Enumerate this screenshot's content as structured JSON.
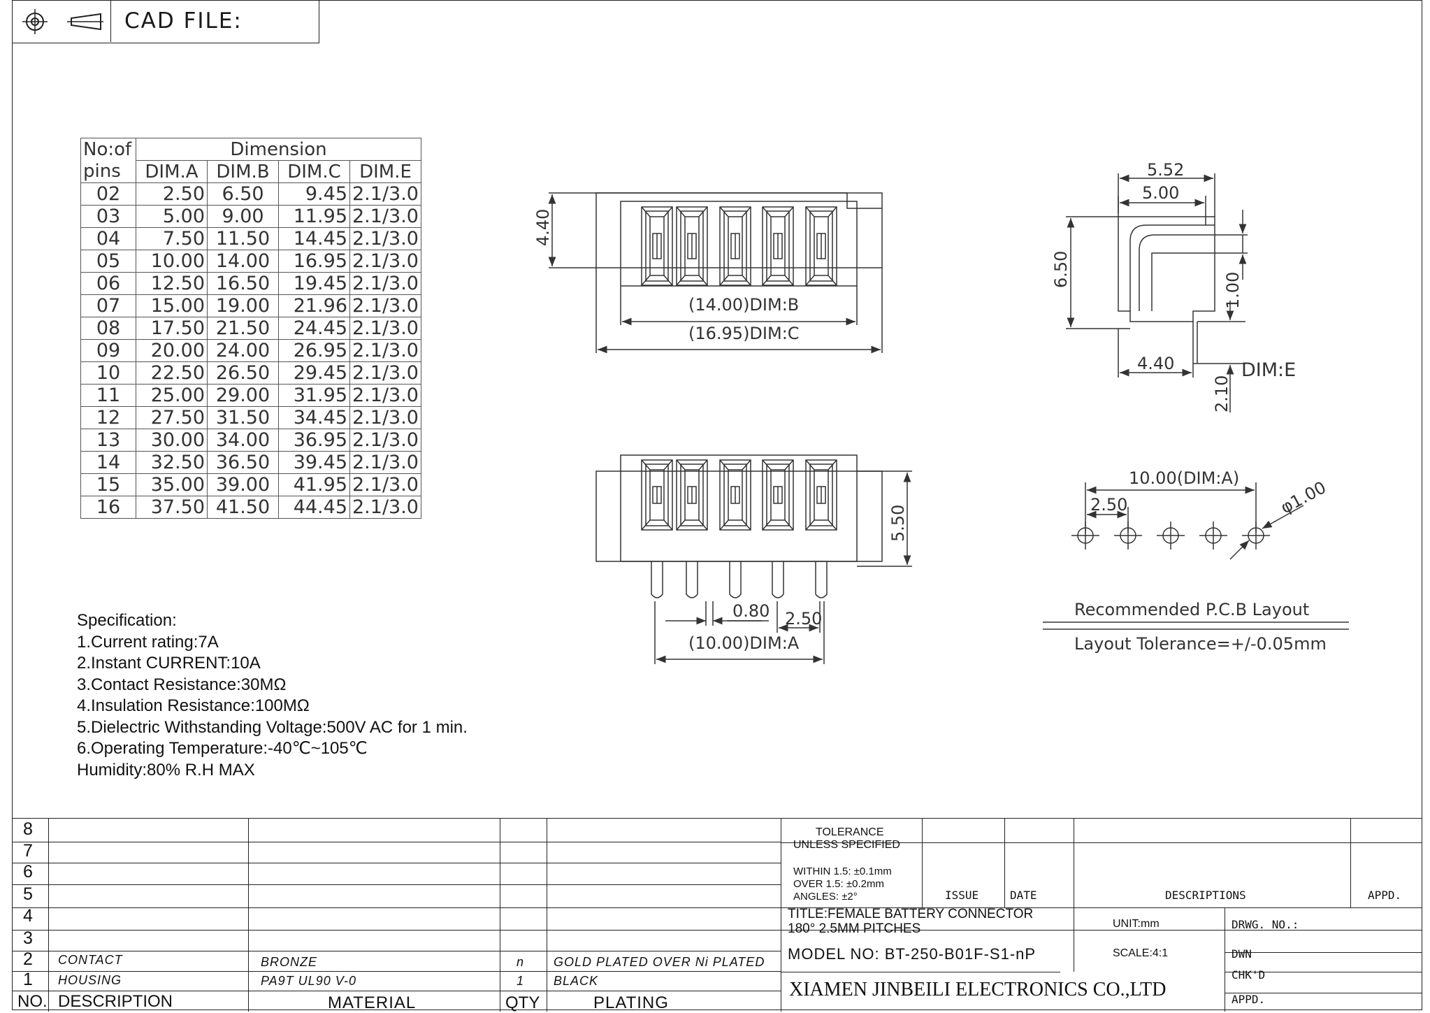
{
  "header": {
    "cad_label": "CAD FILE:"
  },
  "dimension_table": {
    "header_pins": [
      "No:of",
      "pins"
    ],
    "header_dimension": "Dimension",
    "columns": [
      "DIM.A",
      "DIM.B",
      "DIM.C",
      "DIM.E"
    ],
    "rows": [
      [
        "02",
        "2.50",
        "6.50",
        "9.45",
        "2.1/3.0"
      ],
      [
        "03",
        "5.00",
        "9.00",
        "11.95",
        "2.1/3.0"
      ],
      [
        "04",
        "7.50",
        "11.50",
        "14.45",
        "2.1/3.0"
      ],
      [
        "05",
        "10.00",
        "14.00",
        "16.95",
        "2.1/3.0"
      ],
      [
        "06",
        "12.50",
        "16.50",
        "19.45",
        "2.1/3.0"
      ],
      [
        "07",
        "15.00",
        "19.00",
        "21.96",
        "2.1/3.0"
      ],
      [
        "08",
        "17.50",
        "21.50",
        "24.45",
        "2.1/3.0"
      ],
      [
        "09",
        "20.00",
        "24.00",
        "26.95",
        "2.1/3.0"
      ],
      [
        "10",
        "22.50",
        "26.50",
        "29.45",
        "2.1/3.0"
      ],
      [
        "11",
        "25.00",
        "29.00",
        "31.95",
        "2.1/3.0"
      ],
      [
        "12",
        "27.50",
        "31.50",
        "34.45",
        "2.1/3.0"
      ],
      [
        "13",
        "30.00",
        "34.00",
        "36.95",
        "2.1/3.0"
      ],
      [
        "14",
        "32.50",
        "36.50",
        "39.45",
        "2.1/3.0"
      ],
      [
        "15",
        "35.00",
        "39.00",
        "41.95",
        "2.1/3.0"
      ],
      [
        "16",
        "37.50",
        "41.50",
        "44.45",
        "2.1/3.0"
      ]
    ]
  },
  "specification": [
    "Specification:",
    "1.Current rating:7A",
    "2.Instant CURRENT:10A",
    "3.Contact Resistance:30MΩ",
    "4.Insulation Resistance:100MΩ",
    "5.Dielectric Withstanding Voltage:500V AC for 1 min.",
    "6.Operating Temperature:-40℃~105℃",
    "Humidity:80% R.H MAX"
  ],
  "drawing_labels": {
    "front_height": "4.40",
    "dim_b": "(14.00)DIM:B",
    "dim_c": "(16.95)DIM:C",
    "side_width_outer": "5.52",
    "side_width_inner": "5.00",
    "side_height": "6.50",
    "side_step": "1.00",
    "side_base": "4.40",
    "side_pin": "2.10",
    "side_dim_e": "DIM:E",
    "bottom_height": "5.50",
    "pin_width": "0.80",
    "pin_pitch": "2.50",
    "dim_a": "(10.00)DIM:A",
    "pcb_dim_a": "10.00(DIM:A)",
    "pcb_pitch": "2.50",
    "pcb_hole": "φ1.00",
    "pcb_title": "Recommended P.C.B Layout",
    "pcb_tolerance": "Layout Tolerance=+/-0.05mm"
  },
  "title_block": {
    "row_numbers": [
      "8",
      "7",
      "6",
      "5",
      "4",
      "3",
      "2",
      "1"
    ],
    "bom": [
      {
        "no": "2",
        "description": "CONTACT",
        "material": "BRONZE",
        "qty": "n",
        "plating": "GOLD  PLATED  OVER  Ni  PLATED"
      },
      {
        "no": "1",
        "description": "HOUSING",
        "material": "PA9T  UL90  V-0",
        "qty": "1",
        "plating": "BLACK"
      }
    ],
    "footer": {
      "no": "NO.",
      "description": "DESCRIPTION",
      "material": "MATERIAL",
      "qty": "QTY",
      "plating": "PLATING"
    },
    "tolerance_title": [
      "TOLERANCE",
      "UNLESS  SPECIFIED"
    ],
    "tolerance_values": [
      "WITHIN  1.5: ±0.1mm",
      "OVER  1.5:  ±0.2mm",
      "ANGLES: ±2°"
    ],
    "revision_headers": {
      "issue": "ISSUE",
      "date": "DATE",
      "descriptions": "DESCRIPTIONS",
      "appd": "APPD."
    },
    "title": [
      "TITLE:FEMALE  BATTERY  CONNECTOR",
      "180°  2.5MM  PITCHES"
    ],
    "model": "MODEL  NO: BT-250-B01F-S1-nP",
    "company": "XIAMEN JINBEILI ELECTRONICS CO.,LTD",
    "unit": "UNIT:mm",
    "scale": "SCALE:4:1",
    "drwg_no": "DRWG.  NO.:",
    "dwn": "DWN",
    "chkd": "CHK'D",
    "appd": "APPD."
  }
}
